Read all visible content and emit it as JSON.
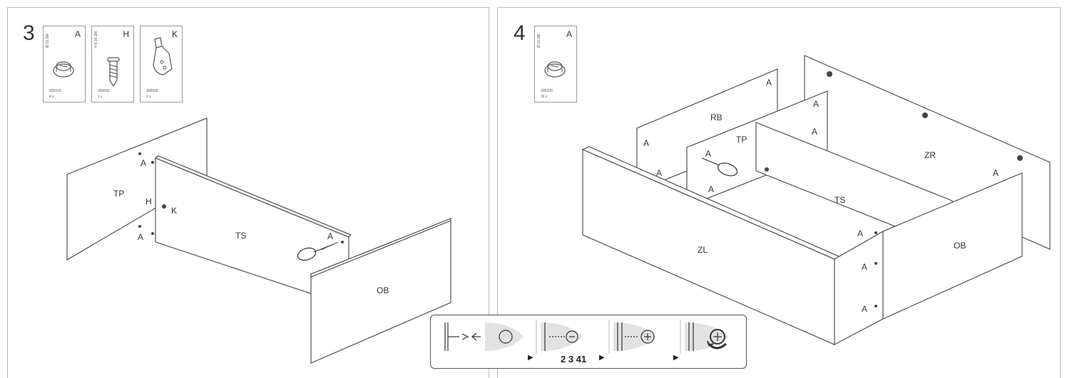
{
  "steps": [
    {
      "number": "3",
      "cards": [
        {
          "letter": "A",
          "spec": "Ø 15 ZM",
          "code": "305100",
          "qty": "4 x",
          "icon": "cam-lock-icon"
        },
        {
          "letter": "H",
          "spec": "4 X 16 ZM",
          "code": "300030",
          "qty": "1 x",
          "icon": "screw-icon"
        },
        {
          "letter": "K",
          "spec": "",
          "code": "300035",
          "qty": "1 x",
          "icon": "bracket-icon"
        }
      ],
      "labels": {
        "tp": "TP",
        "ts": "TS",
        "ob": "OB",
        "a1": "A",
        "a2": "A",
        "a3": "A",
        "h": "H",
        "k": "K"
      }
    },
    {
      "number": "4",
      "cards": [
        {
          "letter": "A",
          "spec": "Ø 15 ZM",
          "code": "305100",
          "qty": "16 x",
          "icon": "cam-lock-icon"
        }
      ],
      "labels": {
        "rb": "RB",
        "tp": "TP",
        "ts": "TS",
        "zr": "ZR",
        "zl": "ZL",
        "ob": "OB",
        "a1": "A",
        "a2": "A",
        "a3": "A",
        "a4": "A",
        "a5": "A",
        "a6": "A",
        "a7": "A",
        "a8": "A",
        "a9": "A",
        "a10": "A",
        "a11": "A"
      }
    }
  ],
  "legend": {
    "sequence": "2 3 41",
    "arrow": "▶"
  }
}
